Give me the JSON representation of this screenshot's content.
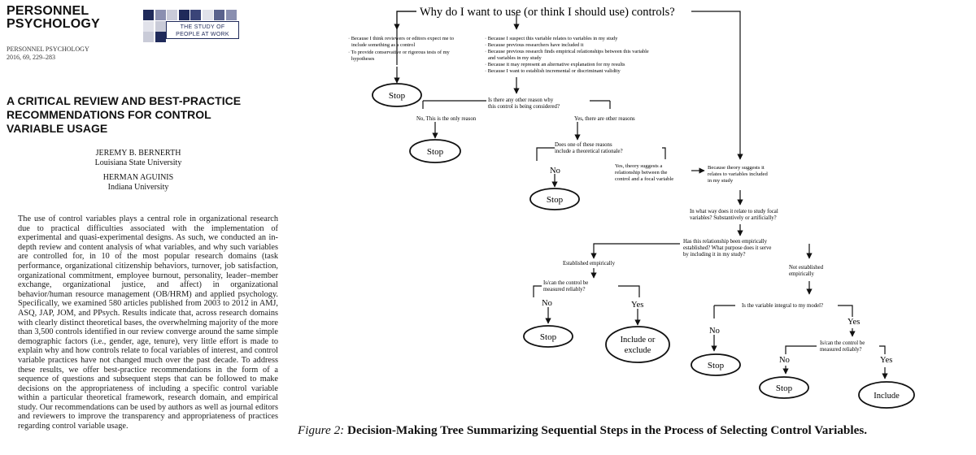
{
  "header": {
    "logo_text": "PERSONNEL\nPSYCHOLOGY",
    "tagline": "THE STUDY OF\nPEOPLE AT WORK",
    "journal_name": "PERSONNEL PSYCHOLOGY",
    "journal_citation": "2016, 69, 229–283"
  },
  "article": {
    "title": "A CRITICAL REVIEW AND BEST-PRACTICE\nRECOMMENDATIONS FOR CONTROL\nVARIABLE USAGE",
    "authors": [
      {
        "name": "JEREMY B. BERNERTH",
        "affiliation": "Louisiana State University"
      },
      {
        "name": "HERMAN AGUINIS",
        "affiliation": "Indiana University"
      }
    ],
    "abstract": "The use of control variables plays a central role in organizational research due to practical difficulties associated with the implementation of experimental and quasi-experimental designs. As such, we conducted an in-depth review and content analysis of what variables, and why such variables are controlled for, in 10 of the most popular research domains (task performance, organizational citizenship behaviors, turnover, job satisfaction, organizational commitment, employee burnout, personality, leader–member exchange, organizational justice, and affect) in organizational behavior/human resource management (OB/HRM) and applied psychology. Specifically, we examined 580 articles published from 2003 to 2012 in AMJ, ASQ, JAP, JOM, and PPsych. Results indicate that, across research domains with clearly distinct theoretical bases, the overwhelming majority of the more than 3,500 controls identified in our review converge around the same simple demographic factors (i.e., gender, age, tenure), very little effort is made to explain why and how controls relate to focal variables of interest, and control variable practices have not changed much over the past decade. To address these results, we offer best-practice recommendations in the form of a sequence of questions and subsequent steps that can be followed to make decisions on the appropriateness of including a specific control variable within a particular theoretical framework, research domain, and empirical study. Our recommendations can be used by authors as well as journal editors and reviewers to improve the transparency and appropriateness of practices regarding control variable usage."
  },
  "diagram": {
    "root_question": "Why do I want to use (or think I should use) controls?",
    "left_reasons": [
      "Because I think reviewers or editors expect me to include something as a control",
      "To provide conservative or rigorous tests of my hypotheses"
    ],
    "right_reasons": [
      "Because I suspect this variable relates to variables in my study",
      "Because previous researchers have included it",
      "Because previous research finds empirical relationships between this variable and variables in my study",
      "Because it may represent an alternative explanation for my results",
      "Because I want to establish incremental or discriminant validity"
    ],
    "stop_label": "Stop",
    "q_other_reason": "Is there any other reason why\nthis control is being considered?",
    "a_only_reason": "No, This is the only reason",
    "a_other_reasons": "Yes, there are other reasons",
    "q_theoretical": "Does one of these reasons\ninclude a theoretical rationale?",
    "no_label": "No",
    "yes_label": "Yes",
    "a_theory_yes": "Yes, theory suggests a\nrelationship between the\ncontrol and a focal variable",
    "theory_box": "Because theory suggests it\nrelates to variables included\nin my study",
    "q_focal": "In what way does it relate to study focal\nvariables? Substantively or artificially?",
    "q_empirical": "Has this relationship been empirically\nestablished? What purpose does it serve\nby including it in my study?",
    "a_established": "Established empirically",
    "a_not_established": "Not established\nempirically",
    "q_reliable": "Is/can the control be\nmeasured reliably?",
    "include_or_exclude": "Include or\nexclude",
    "q_integral": "Is the variable integral to my model?",
    "include_label": "Include"
  },
  "caption": {
    "figure_label": "Figure 2:",
    "text": "Decision-Making Tree Summarizing Sequential Steps in the Process of Selecting Control Variables."
  },
  "colors": {
    "logo_tiles": [
      "#1f2a5a",
      "#8a8fb0",
      "#c9cbd8",
      "#3a4478",
      "#e1e2ea",
      "#5a628c"
    ]
  }
}
